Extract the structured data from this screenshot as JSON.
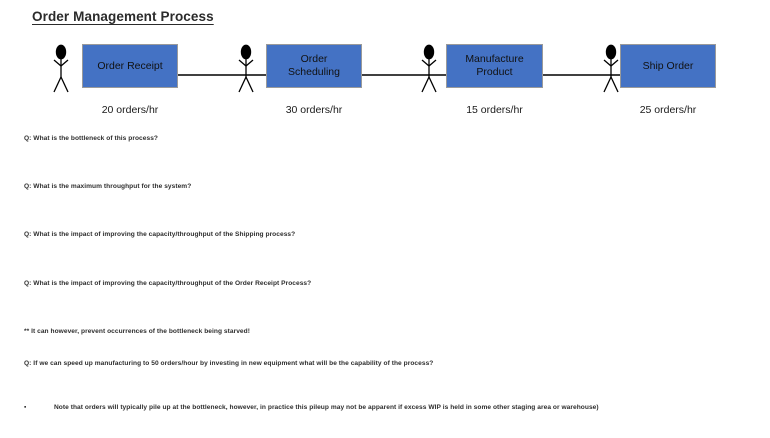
{
  "slide": {
    "title": "Order Management Process",
    "background_color": "#ffffff"
  },
  "diagram": {
    "type": "process-flow",
    "box_fill_color": "#4472C4",
    "box_border_color": "#9A9A9A",
    "connector_color": "#000000",
    "actor_icon": "stick-figure-icon",
    "stages": [
      {
        "label": "Order Receipt",
        "rate": "20 orders/hr",
        "rate_value": 20,
        "units": "orders/hr"
      },
      {
        "label": "Order\nScheduling",
        "label_line1": "Order",
        "label_line2": "Scheduling",
        "rate": "30 orders/hr",
        "rate_value": 30,
        "units": "orders/hr"
      },
      {
        "label": "Manufacture\nProduct",
        "label_line1": "Manufacture",
        "label_line2": "Product",
        "rate": "15 orders/hr",
        "rate_value": 15,
        "units": "orders/hr"
      },
      {
        "label": "Ship Order",
        "rate": "25 orders/hr",
        "rate_value": 25,
        "units": "orders/hr"
      }
    ]
  },
  "notes": {
    "q1": "Q:  What is the bottleneck of this process?",
    "q2": "Q:  What is the maximum throughput for the system?",
    "q3": "Q: What is the impact of improving the capacity/throughput of the Shipping process?",
    "q4": "Q: What is the impact of improving the capacity/throughput of the Order Receipt Process?",
    "note1": "** It can however, prevent occurrences of the bottleneck being starved!",
    "q5": "Q: If we can speed up manufacturing to 50 orders/hour by investing in new equipment what will be the capability of the process?",
    "bullet_mark": "▪",
    "bullet1": "Note that orders will typically pile up at the bottleneck, however, in practice this pileup may not be apparent if excess WIP is held in some other staging area or warehouse)"
  }
}
